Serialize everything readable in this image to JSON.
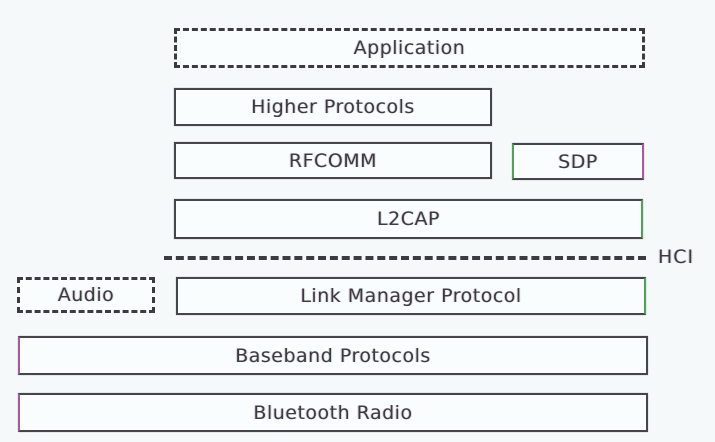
{
  "diagram": {
    "description": "Bluetooth protocol stack block diagram",
    "boxes": [
      {
        "id": "application",
        "label": "Application",
        "border": "dashed"
      },
      {
        "id": "higher-protocols",
        "label": "Higher Protocols",
        "border": "solid"
      },
      {
        "id": "rfcomm",
        "label": "RFCOMM",
        "border": "solid"
      },
      {
        "id": "sdp",
        "label": "SDP",
        "border": "solid"
      },
      {
        "id": "l2cap",
        "label": "L2CAP",
        "border": "solid"
      },
      {
        "id": "audio",
        "label": "Audio",
        "border": "dashed"
      },
      {
        "id": "link-manager-protocol",
        "label": "Link Manager Protocol",
        "border": "solid"
      },
      {
        "id": "baseband-protocols",
        "label": "Baseband Protocols",
        "border": "solid"
      },
      {
        "id": "bluetooth-radio",
        "label": "Bluetooth Radio",
        "border": "solid"
      }
    ],
    "divider": {
      "label": "HCI",
      "style": "dashed-line"
    }
  },
  "colors": {
    "background": "#f5f9f9",
    "box_fill": "#fafdfd",
    "line": "#45464b",
    "text": "#3e3a42",
    "green_fringe": "#4fa257",
    "magenta_fringe": "#a85aa0"
  }
}
